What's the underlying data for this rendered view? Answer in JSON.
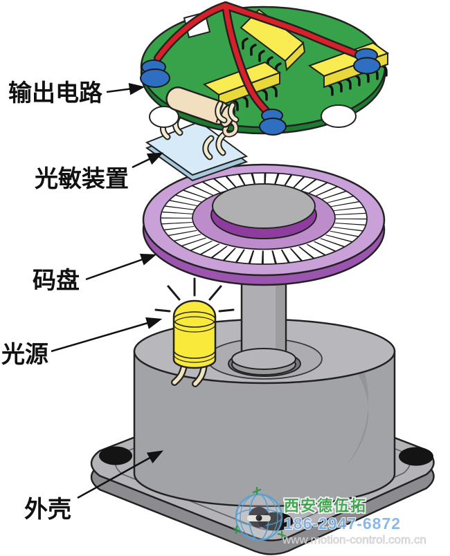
{
  "diagram": {
    "kind": "exploded-view",
    "labels": [
      {
        "text": "输出电路",
        "points_to": "output-circuit-board"
      },
      {
        "text": "光敏装置",
        "points_to": "photosensitive-device"
      },
      {
        "text": "码盘",
        "points_to": "code-disc"
      },
      {
        "text": "光源",
        "points_to": "light-source-led"
      },
      {
        "text": "外壳",
        "points_to": "housing"
      }
    ]
  },
  "watermark": {
    "brand": "西安德伍拓",
    "phone": "186-2947-6872",
    "url": "www.motion-control.com.cn"
  },
  "colors": {
    "pcb_green": "#38A24A",
    "pcb_edge_green": "#1E7A30",
    "ic_yellow": "#F8EC52",
    "wire_red": "#D6202A",
    "terminal_blue": "#2E6FC2",
    "capacitor_beige": "#F2DFC0",
    "sensor_plate_blue": "#D6EAF7",
    "disc_purple": "#C9A0D8",
    "disc_edge_purple": "#9C55AE",
    "hub_gray": "#B0B0B2",
    "led_yellow": "#F8E93B",
    "housing_gray": "#A2A3A7",
    "flange_gray": "#B4B4B8",
    "hole_black": "#141414",
    "watermark_green": "#3DA84C",
    "watermark_blue": "#7FB2E5",
    "watermark_gray": "#DCDCDC"
  }
}
